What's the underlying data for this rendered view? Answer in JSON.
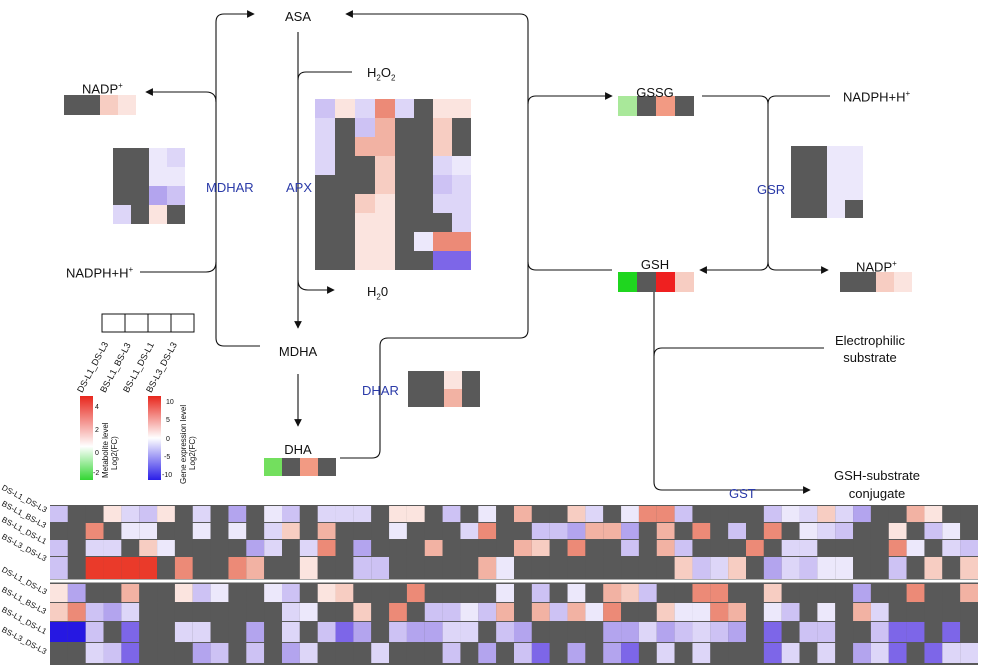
{
  "metabolites": {
    "asa": "ASA",
    "h2o2_main": "H",
    "h2o2_sub": "2",
    "h2o2_o": "O",
    "h2o2_sub2": "2",
    "h2o": "H",
    "h2o_o": "0",
    "h2o_sub": "2",
    "mdha": "MDHA",
    "dha": "DHA",
    "gssg": "GSSG",
    "gsh": "GSH",
    "nadp_left": "NADP",
    "nadp_left_sup": "+",
    "nadph_left": "NADPH+H",
    "nadph_left_sup": "+",
    "nadph_right": "NADPH+H",
    "nadph_right_sup": "+",
    "nadp_right": "NADP",
    "nadp_right_sup": "+",
    "electrophilic_1": "Electrophilic",
    "electrophilic_2": "substrate",
    "conjugate_1": "GSH-substrate",
    "conjugate_2": "conjugate"
  },
  "enzymes": {
    "mdhar": "MDHAR",
    "apx": "APX",
    "dhar": "DHAR",
    "gsr": "GSR",
    "gst": "GST"
  },
  "legend": {
    "comparisons": [
      "DS-L1_DS-L3",
      "BS-L1_BS-L3",
      "BS-L1_DS-L1",
      "BS-L3_DS-L3"
    ],
    "metabolite": {
      "title": "Metabolite level",
      "subtitle": "Log2(FC)",
      "ticks": [
        "4",
        "2",
        "0",
        "-2"
      ]
    },
    "gene": {
      "title": "Gene expression level",
      "subtitle": "Log2(FC)",
      "ticks": [
        "10",
        "5",
        "0",
        "-5",
        "-10"
      ]
    },
    "colors": {
      "met_high": "#e8261c",
      "met_low": "#33d633",
      "gene_high": "#e8261c",
      "gene_low": "#2a1ee8",
      "missing": "#595959"
    }
  },
  "bottom_row_labels": {
    "metabolite_block": [
      "DS-L1_DS-L3",
      "BS-L1_BS-L3",
      "BS-L1_DS-L1",
      "BS-L3_DS-L3"
    ],
    "gene_block": [
      "DS-L1_DS-L3",
      "BS-L1_BS-L3",
      "BS-L1_DS-L1",
      "BS-L3_DS-L3"
    ]
  }
}
